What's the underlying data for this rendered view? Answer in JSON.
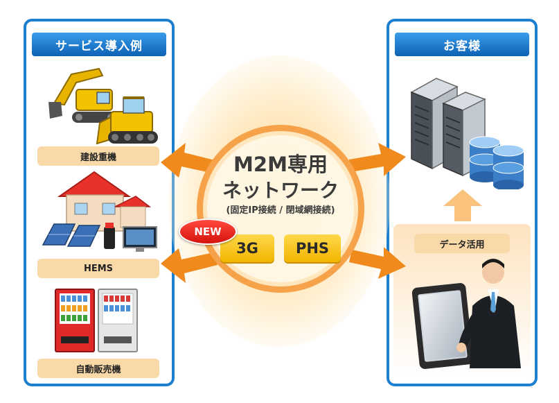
{
  "left_panel": {
    "header": "サービス導入例",
    "items": [
      {
        "label": "建設重機",
        "icon": "construction-machinery-icon"
      },
      {
        "label": "HEMS",
        "icon": "smart-house-icon"
      },
      {
        "label": "自動販売機",
        "icon": "vending-machine-icon"
      }
    ]
  },
  "center": {
    "title_line1": "M2M専用",
    "title_line2": "ネットワーク",
    "subtitle": "(固定IP接続 / 閉域網接続)",
    "new_badge": "NEW",
    "chips": [
      "3G",
      "PHS"
    ]
  },
  "right_panel": {
    "header": "お客様",
    "data_label": "データ活用",
    "icons": [
      "server-database-icon",
      "businessman-tablet-icon"
    ]
  },
  "colors": {
    "panel_border": "#1d7fd0",
    "header_blue": "#0d62b4",
    "pill": "#f9d9a8",
    "arrow_orange": "#f08a1c",
    "chip_yellow": "#f2b400",
    "badge_red": "#d4130d"
  }
}
